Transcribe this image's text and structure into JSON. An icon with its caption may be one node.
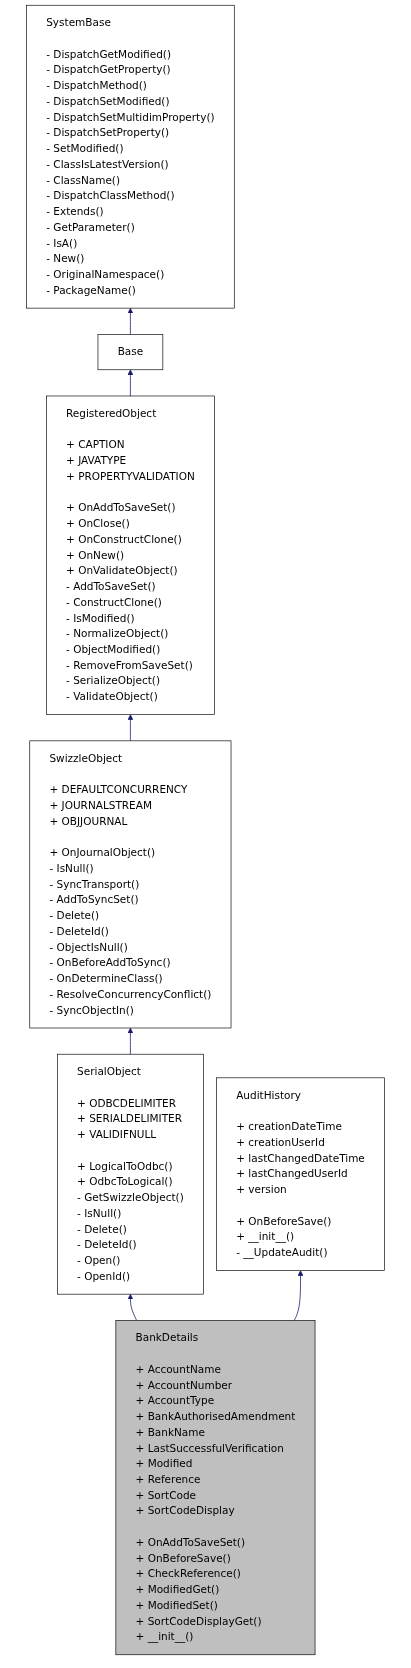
{
  "diagram": {
    "nodes": [
      {
        "text": [
          "SystemBase",
          "- DispatchGetModified()",
          "- DispatchGetProperty()",
          "- DispatchMethod()",
          "- DispatchSetModified()",
          "- DispatchSetMultidimProperty()",
          "- DispatchSetProperty()",
          "- SetModified()",
          "- ClassIsLatestVersion()",
          "- ClassName()",
          "- DispatchClassMethod()",
          "- Extends()",
          "- GetParameter()",
          "- IsA()",
          "- New()",
          "- OriginalNamespace()",
          "- PackageName()"
        ]
      },
      {
        "text": [
          "Base"
        ]
      },
      {
        "text": [
          "RegisteredObject",
          "+ CAPTION",
          "+ JAVATYPE",
          "+ PROPERTYVALIDATION",
          "+ OnAddToSaveSet()",
          "+ OnClose()",
          "+ OnConstructClone()",
          "+ OnNew()",
          "+ OnValidateObject()",
          "- AddToSaveSet()",
          "- ConstructClone()",
          "- IsModified()",
          "- NormalizeObject()",
          "- ObjectModified()",
          "- RemoveFromSaveSet()",
          "- SerializeObject()",
          "- ValidateObject()"
        ]
      },
      {
        "text": [
          "SwizzleObject",
          "+ DEFAULTCONCURRENCY",
          "+ JOURNALSTREAM",
          "+ OBJJOURNAL",
          "+ OnJournalObject()",
          "- IsNull()",
          "- SyncTransport()",
          "- AddToSyncSet()",
          "- Delete()",
          "- DeleteId()",
          "- ObjectIsNull()",
          "- OnBeforeAddToSync()",
          "- OnDetermineClass()",
          "- ResolveConcurrencyConflict()",
          "- SyncObjectIn()"
        ]
      },
      {
        "text": [
          "SerialObject",
          "+ ODBCDELIMITER",
          "+ SERIALDELIMITER",
          "+ VALIDIFNULL",
          "+ LogicalToOdbc()",
          "+ OdbcToLogical()",
          "- GetSwizzleObject()",
          "- IsNull()",
          "- Delete()",
          "- DeleteId()",
          "- Open()",
          "- OpenId()"
        ]
      },
      {
        "text": [
          "AuditHistory",
          "+ creationDateTime",
          "+ creationUserId",
          "+ lastChangedDateTime",
          "+ lastChangedUserId",
          "+ version",
          "+ OnBeforeSave()",
          "+ __init__()",
          "- __UpdateAudit()"
        ]
      },
      {
        "text": [
          "BankDetails",
          "+ AccountName",
          "+ AccountNumber",
          "+ AccountType",
          "+ BankAuthorisedAmendment",
          "+ BankName",
          "+ LastSuccessfulVerification",
          "+ Modified",
          "+ Reference",
          "+ SortCode",
          "+ SortCodeDisplay",
          "+ OnAddToSaveSet()",
          "+ OnBeforeSave()",
          "+ CheckReference()",
          "+ ModifiedGet()",
          "+ ModifiedSet()",
          "+ SortCodeDisplayGet()",
          "+ __init__()"
        ]
      }
    ],
    "edges": [
      {
        "from": 1,
        "to": 0,
        "arrow": "to"
      },
      {
        "from": 2,
        "to": 1,
        "arrow": "to"
      },
      {
        "from": 3,
        "to": 2,
        "arrow": "to"
      },
      {
        "from": 4,
        "to": 3,
        "arrow": "to"
      },
      {
        "from": 6,
        "to": 4,
        "arrow": "to"
      },
      {
        "from": 6,
        "to": 5,
        "arrow": "to"
      }
    ]
  }
}
